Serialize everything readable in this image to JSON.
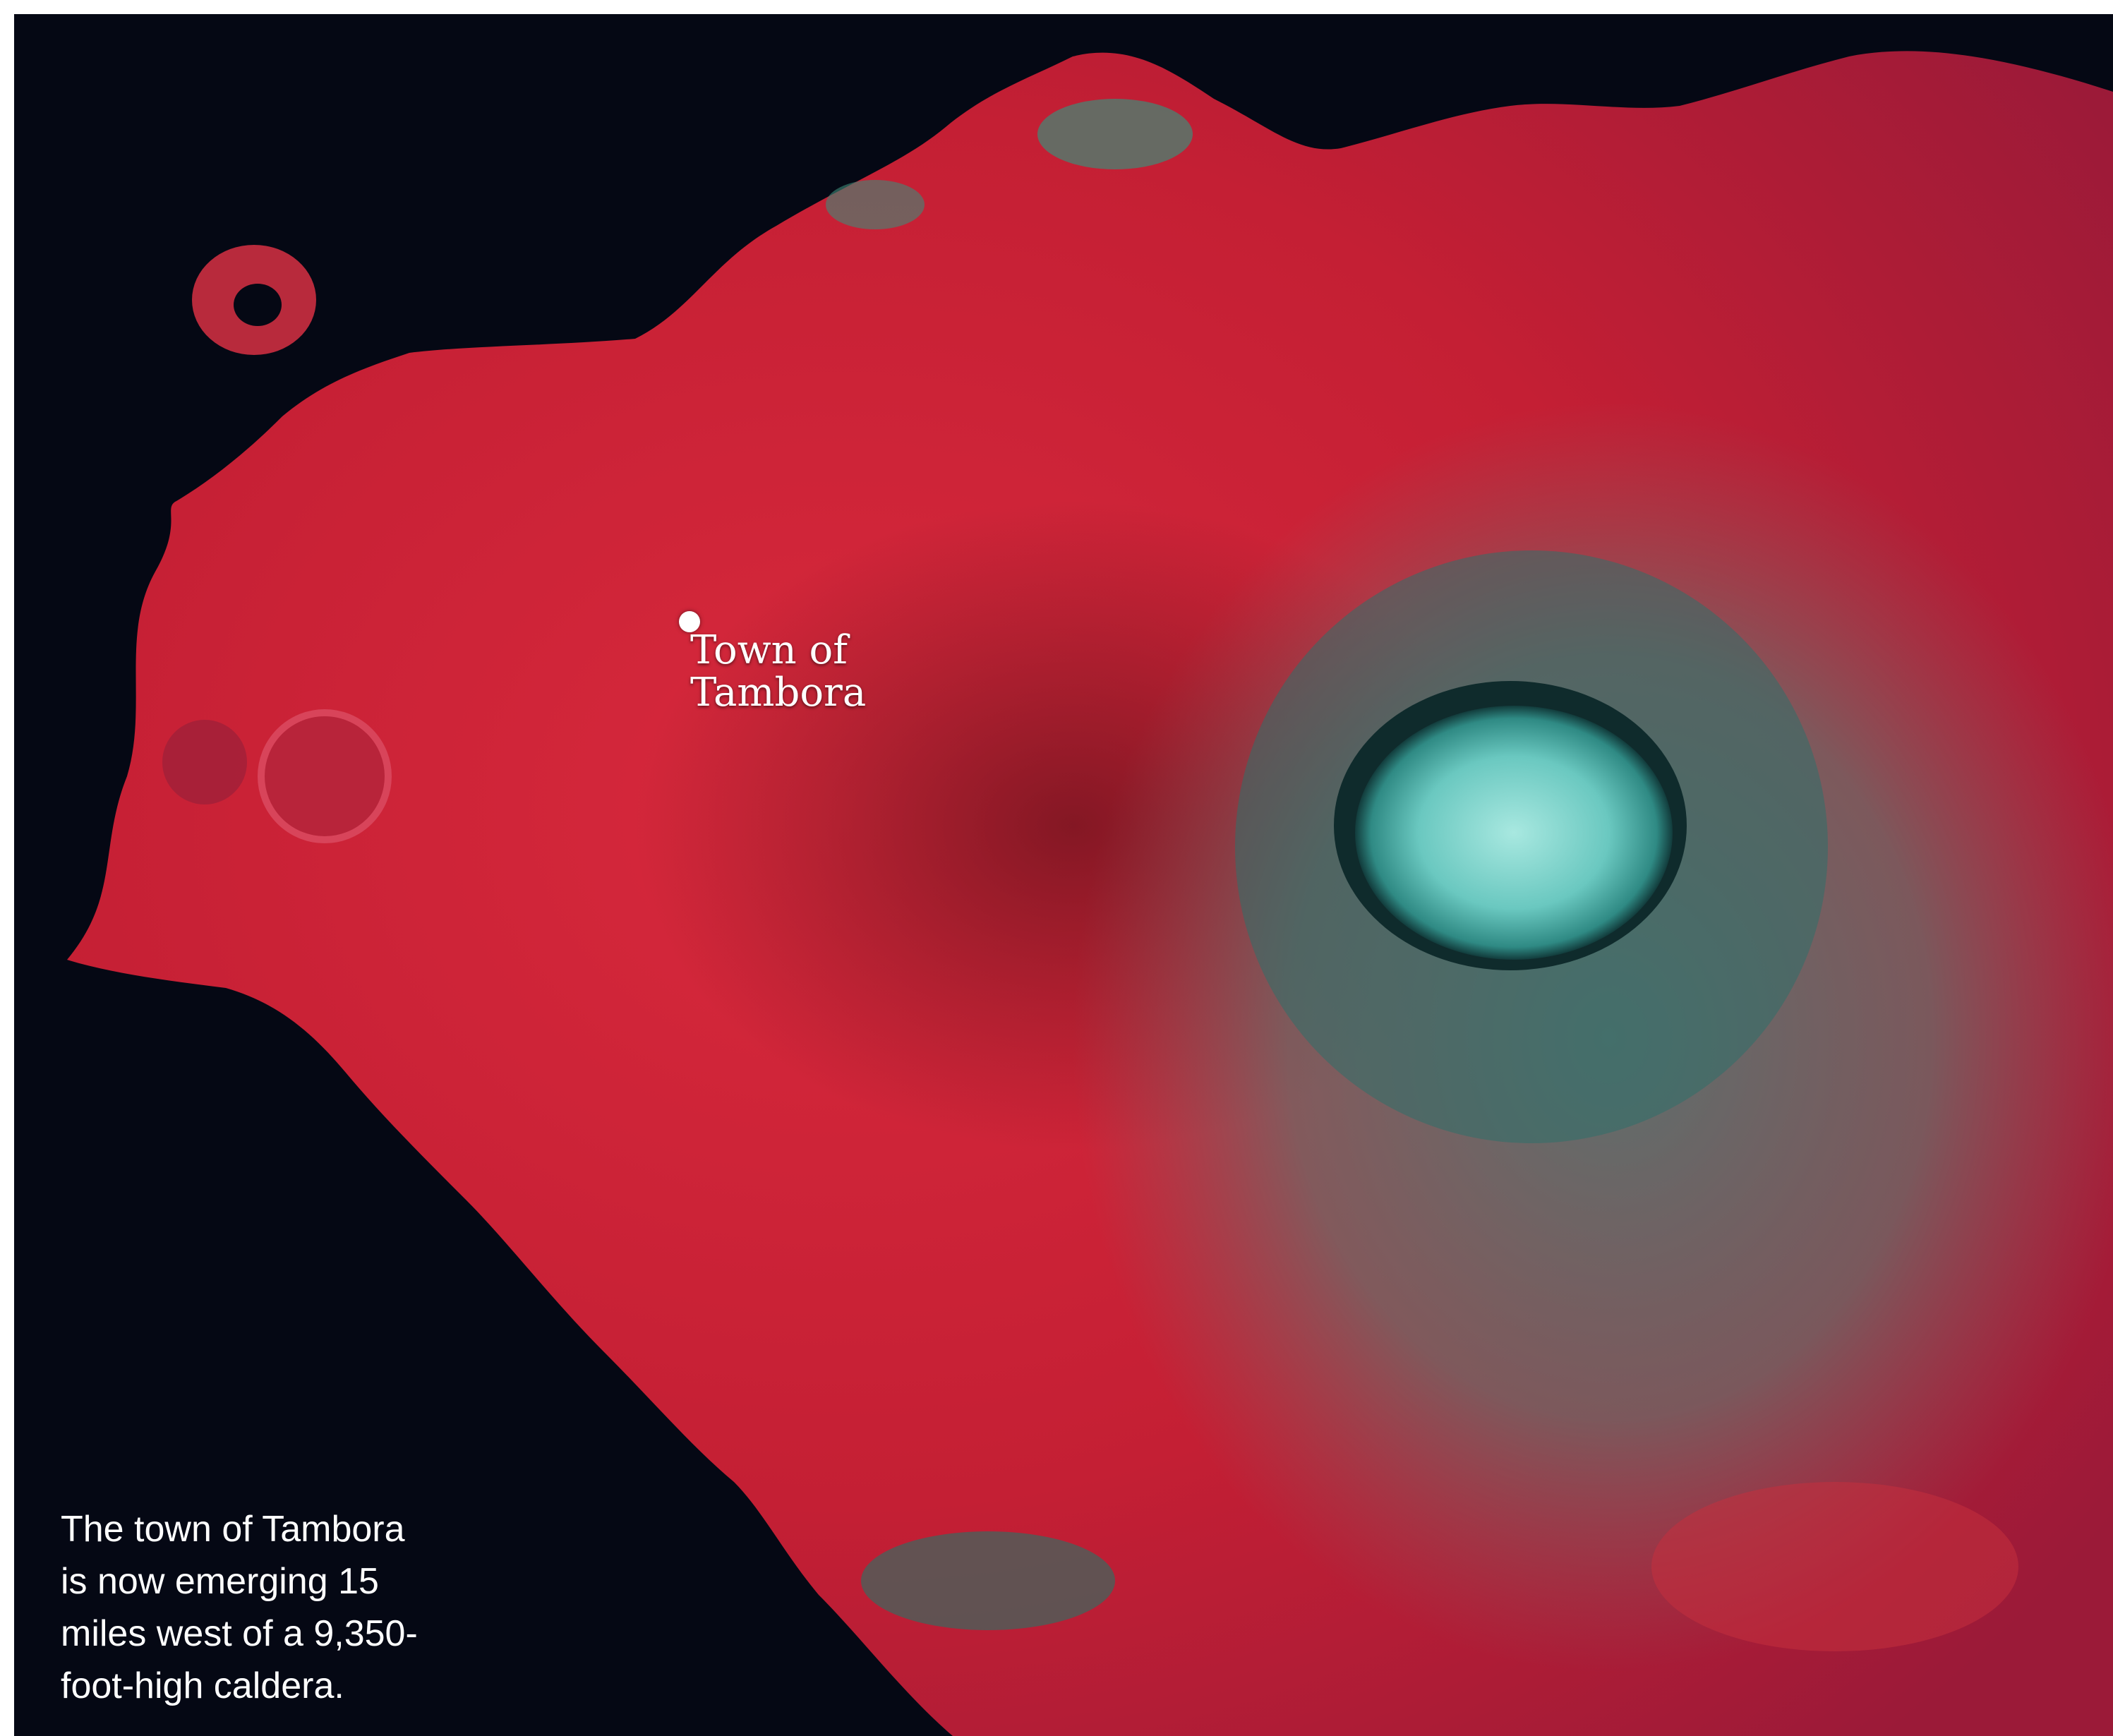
{
  "map": {
    "labels": {
      "town_line1": "Town of",
      "town_line2": "Tambora"
    },
    "caption": "The town of Tambora\nis now emerging 15\nmiles west of a 9,350-\nfoot-high caldera."
  }
}
